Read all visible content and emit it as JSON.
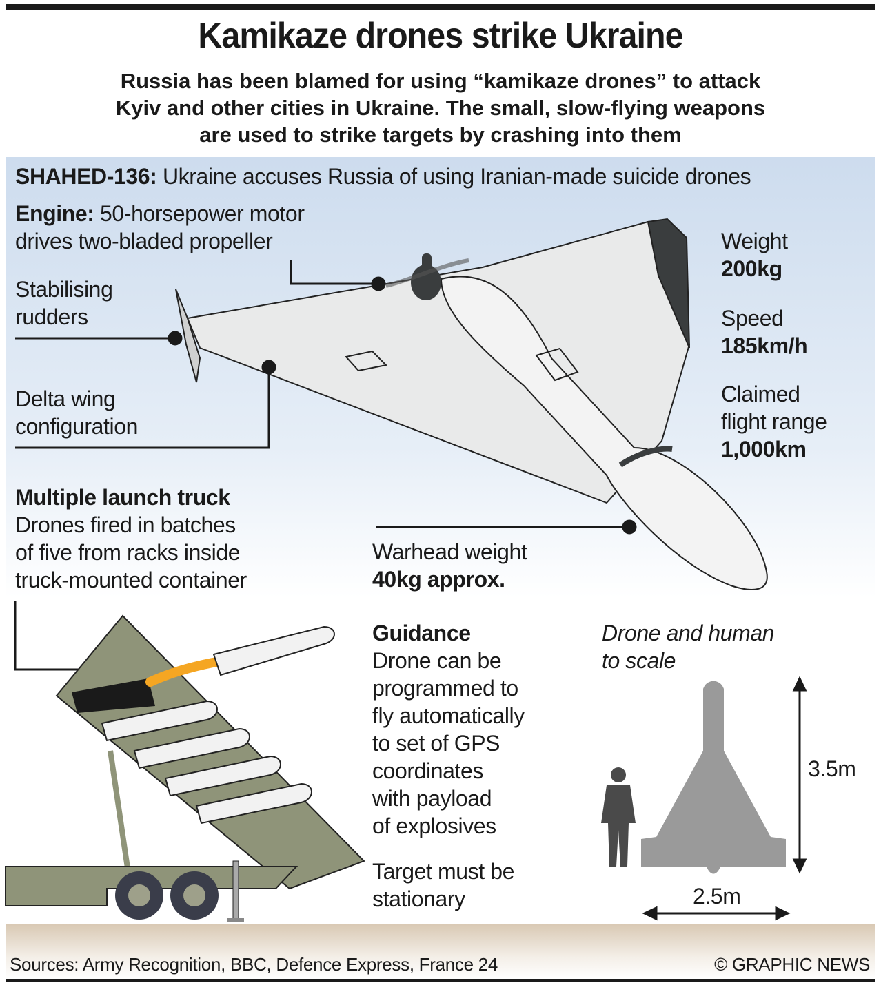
{
  "header": {
    "title": "Kamikaze drones strike Ukraine",
    "subtitle_lines": [
      "Russia has been blamed for using “kamikaze drones” to attack",
      "Kyiv and other cities in Ukraine. The small, slow-flying weapons",
      "are used to strike targets by crashing into them"
    ]
  },
  "shahed": {
    "label": "SHAHED-136:",
    "text": "Ukraine accuses Russia of using Iranian-made suicide drones"
  },
  "engine": {
    "label": "Engine:",
    "line1": "50-horsepower motor",
    "line2": "drives two-bladed propeller"
  },
  "rudders": {
    "line1": "Stabilising",
    "line2": "rudders"
  },
  "wing": {
    "line1": "Delta wing",
    "line2": "configuration"
  },
  "specs": {
    "weight_label": "Weight",
    "weight_value": "200kg",
    "speed_label": "Speed",
    "speed_value": "185km/h",
    "range_label1": "Claimed",
    "range_label2": "flight range",
    "range_value": "1,000km"
  },
  "warhead": {
    "label": "Warhead weight",
    "value": "40kg approx."
  },
  "truck": {
    "title": "Multiple launch truck",
    "lines": [
      "Drones fired in batches",
      "of five from racks inside",
      "truck-mounted container"
    ]
  },
  "guidance": {
    "title": "Guidance",
    "lines": [
      "Drone can be",
      "programmed to",
      "fly automatically",
      "to set of GPS",
      "coordinates",
      "with payload",
      "of explosives"
    ],
    "note1": "Target must be",
    "note2": "stationary"
  },
  "scale": {
    "title1": "Drone and human",
    "title2": "to scale",
    "height": "3.5m",
    "width": "2.5m"
  },
  "footer": {
    "sources": "Sources: Army Recognition, BBC, Defence Express, France 24",
    "credit": "© GRAPHIC NEWS"
  },
  "colors": {
    "panel": "#cddcee",
    "olive": "#8f9479",
    "ground": "#d9c9b4",
    "silhouette": "#9a9a9a"
  }
}
